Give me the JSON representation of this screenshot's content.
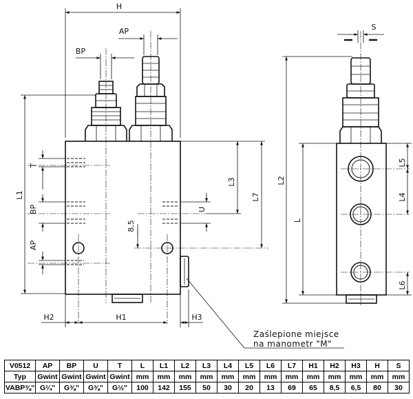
{
  "dimension_labels": {
    "H": "H",
    "AP": "AP",
    "BP": "BP",
    "T": "T",
    "U": "U",
    "L": "L",
    "L1": "L1",
    "L2": "L2",
    "L3": "L3",
    "L4": "L4",
    "L5": "L5",
    "L6": "L6",
    "L7": "L7",
    "H1": "H1",
    "H2": "H2",
    "H3": "H3",
    "S": "S",
    "d85": "8,5"
  },
  "note": {
    "line1": "Zaślepione miejsce",
    "line2": "na manometr \"M\""
  },
  "table": {
    "headers": [
      "V0512",
      "AP",
      "BP",
      "U",
      "T",
      "L",
      "L1",
      "L2",
      "L3",
      "L4",
      "L5",
      "L6",
      "L7",
      "H1",
      "H2",
      "H3",
      "H",
      "S"
    ],
    "units": [
      "Typ",
      "Gwint",
      "Gwint",
      "Gwint",
      "Gwint",
      "mm",
      "mm",
      "mm",
      "mm",
      "mm",
      "mm",
      "mm",
      "mm",
      "mm",
      "mm",
      "mm",
      "mm",
      "mm"
    ],
    "values": [
      "VABP⅜\"",
      "G¼\"",
      "G⅜\"",
      "G⅜\"",
      "G½\"",
      "100",
      "142",
      "155",
      "50",
      "30",
      "20",
      "13",
      "69",
      "65",
      "8,5",
      "6,5",
      "80",
      "30"
    ]
  }
}
